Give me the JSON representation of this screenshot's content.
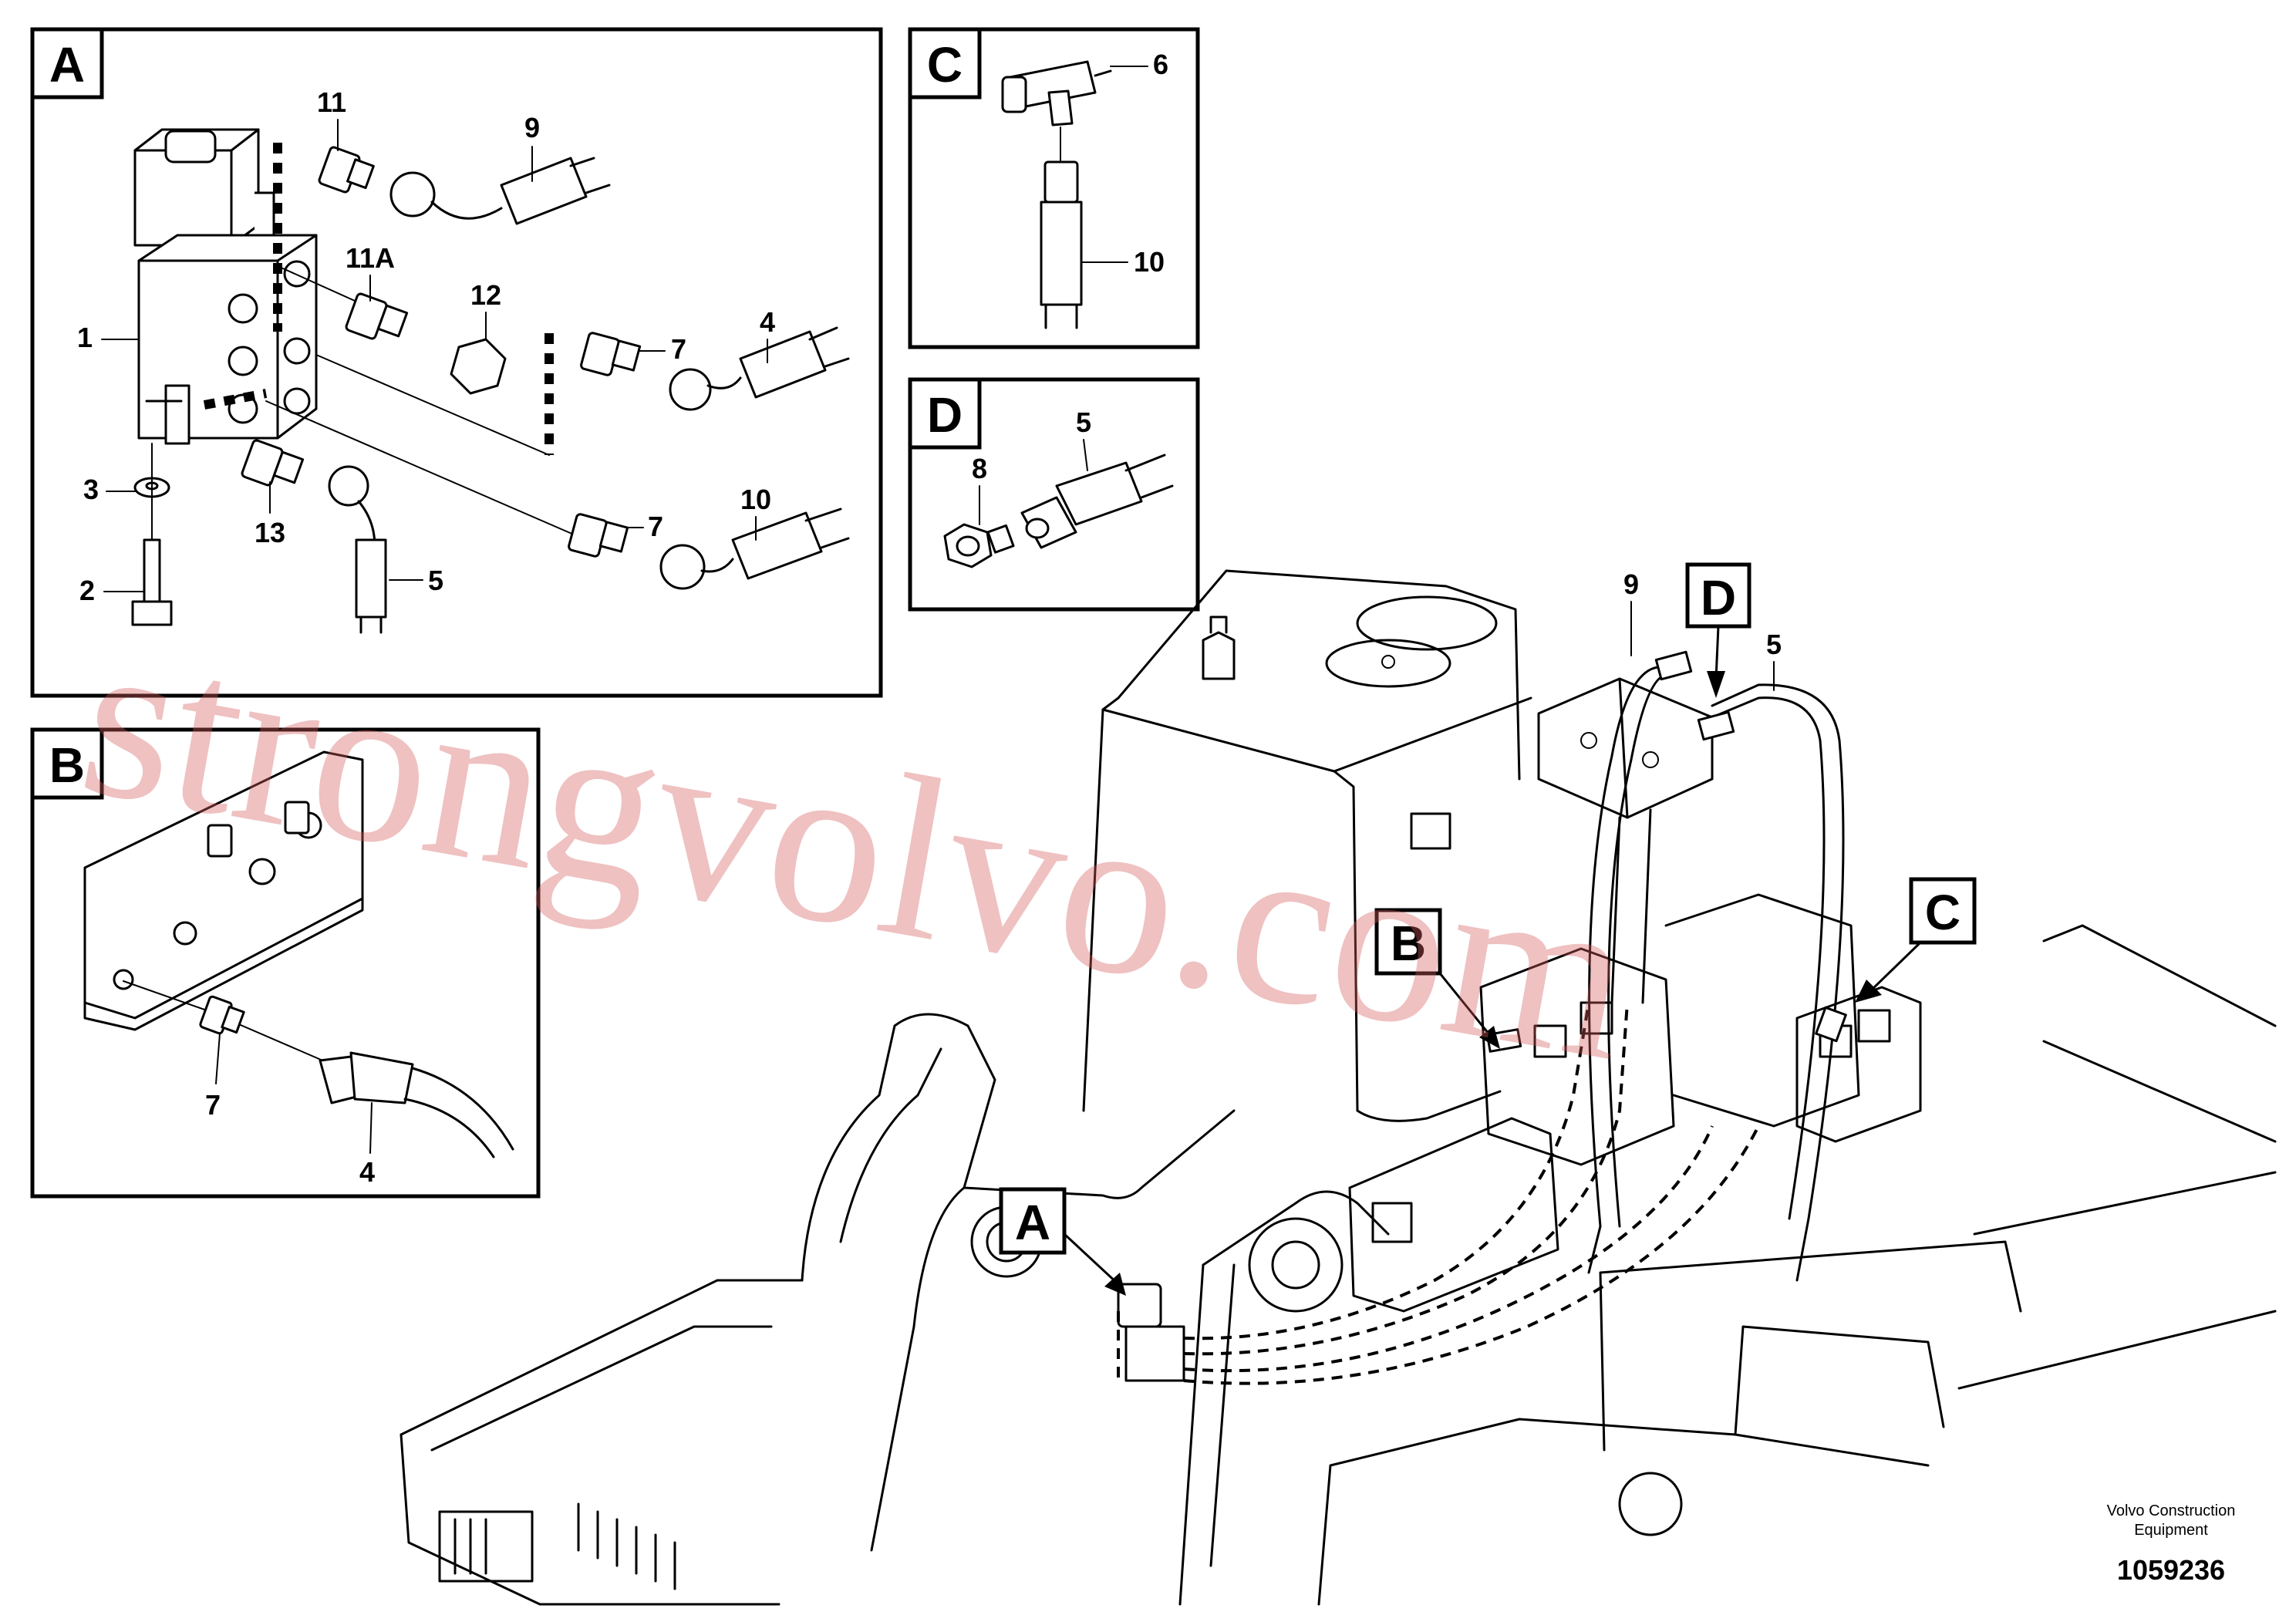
{
  "callouts": {
    "a": "A",
    "b": "B",
    "c": "C",
    "d": "D"
  },
  "items": {
    "n1": "1",
    "n2": "2",
    "n3": "3",
    "n4": "4",
    "n5": "5",
    "n6": "6",
    "n7": "7",
    "n8": "8",
    "n9": "9",
    "n10": "10",
    "n11": "11",
    "n11a": "11A",
    "n12": "12",
    "n13": "13"
  },
  "brand": {
    "line1": "Volvo Construction",
    "line2": "Equipment"
  },
  "figure_number": "1059236",
  "watermark": "strongvolvo.com"
}
